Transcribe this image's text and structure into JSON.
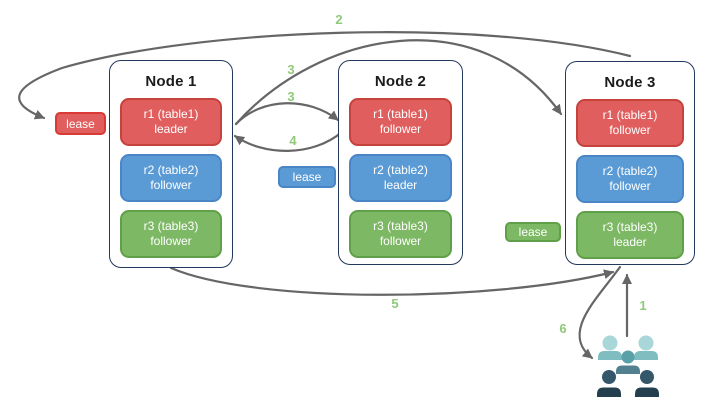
{
  "nodes": [
    {
      "title": "Node 1",
      "replicas": [
        {
          "name": "r1 (table1)",
          "role": "leader",
          "color": "red"
        },
        {
          "name": "r2 (table2)",
          "role": "follower",
          "color": "blue"
        },
        {
          "name": "r3 (table3)",
          "role": "follower",
          "color": "green"
        }
      ]
    },
    {
      "title": "Node 2",
      "replicas": [
        {
          "name": "r1 (table1)",
          "role": "follower",
          "color": "red"
        },
        {
          "name": "r2 (table2)",
          "role": "leader",
          "color": "blue"
        },
        {
          "name": "r3 (table3)",
          "role": "follower",
          "color": "green"
        }
      ]
    },
    {
      "title": "Node 3",
      "replicas": [
        {
          "name": "r1 (table1)",
          "role": "follower",
          "color": "red"
        },
        {
          "name": "r2 (table2)",
          "role": "follower",
          "color": "blue"
        },
        {
          "name": "r3 (table3)",
          "role": "leader",
          "color": "green"
        }
      ]
    }
  ],
  "leases": [
    {
      "label": "lease",
      "color": "red"
    },
    {
      "label": "lease",
      "color": "blue"
    },
    {
      "label": "lease",
      "color": "green"
    }
  ],
  "step_labels": [
    "1",
    "2",
    "3",
    "3",
    "4",
    "5",
    "6"
  ],
  "icons": {
    "clients": "users-group-icon"
  },
  "colors": {
    "red_fill": "#e05e5e",
    "red_border": "#c6423c",
    "blue_fill": "#5b9bd5",
    "blue_border": "#4a86c6",
    "green_fill": "#7db865",
    "green_border": "#60a048",
    "lease_red_border": "#d93a35",
    "node_border": "#24385c",
    "arrow": "#666666",
    "step_label": "#8fc97a",
    "people_light": "#a9d6d8",
    "people_teal": "#7fbdc1",
    "people_mid_head": "#5aa0a8",
    "people_mid_body": "#52808f",
    "people_dark_head": "#35576a",
    "people_dark_body": "#24404f"
  }
}
